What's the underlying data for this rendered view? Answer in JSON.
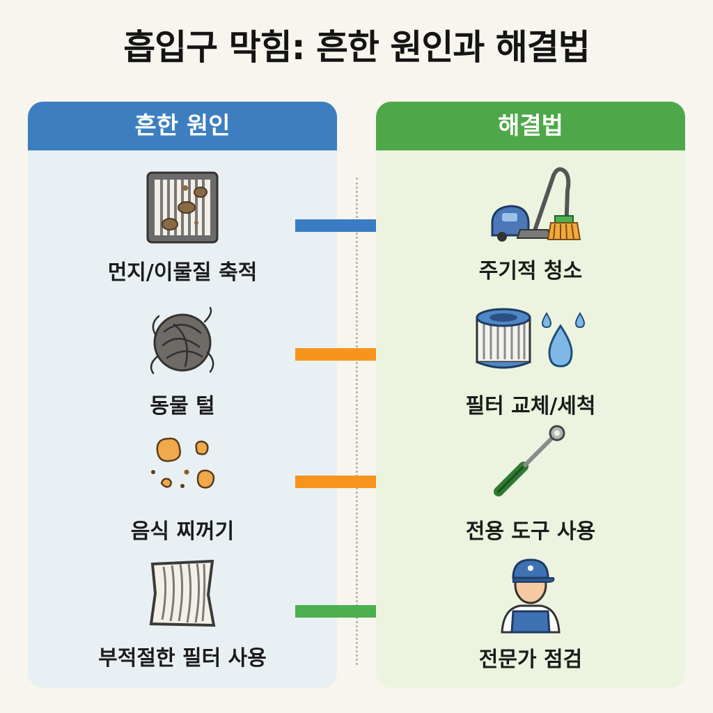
{
  "title": "흡입구 막힘: 흔한 원인과 해결법",
  "causes": {
    "header": "흔한 원인",
    "items": [
      {
        "label": "먼지/이물질 축적",
        "icon": "dirty-filter-grate-icon"
      },
      {
        "label": "동물 털",
        "icon": "hair-clump-icon"
      },
      {
        "label": "음식 찌꺼기",
        "icon": "food-crumbs-icon"
      },
      {
        "label": "부적절한 필터 사용",
        "icon": "damaged-filter-icon"
      }
    ]
  },
  "solutions": {
    "header": "해결법",
    "items": [
      {
        "label": "주기적 청소",
        "icon": "vacuum-and-brush-icon"
      },
      {
        "label": "필터 교체/세척",
        "icon": "cylinder-filter-and-water-icon"
      },
      {
        "label": "전용 도구 사용",
        "icon": "screwdriver-tool-icon"
      },
      {
        "label": "전문가 점검",
        "icon": "technician-icon"
      }
    ]
  },
  "colors": {
    "causes_header": "#3d7ec0",
    "solutions_header": "#4ea84a",
    "arrow_blue": "#3a7cc4",
    "arrow_orange": "#f7941d",
    "arrow_green": "#4caf50"
  }
}
